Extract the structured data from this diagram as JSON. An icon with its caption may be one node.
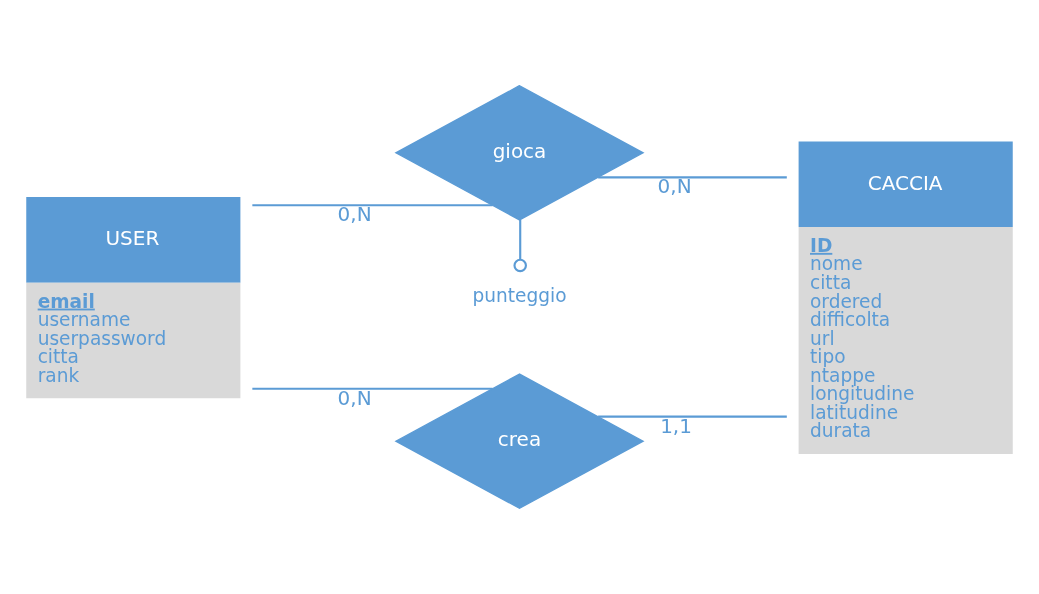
{
  "diagram": {
    "nodes": [
      {
        "text": [
          "USER",
          "email",
          "username",
          "userpassword",
          "citta",
          "rank"
        ]
      },
      {
        "text": [
          "gioca"
        ]
      },
      {
        "text": [
          "punteggio"
        ]
      },
      {
        "text": [
          "crea"
        ]
      },
      {
        "text": [
          "CACCIA",
          "ID",
          "nome",
          "citta",
          "ordered",
          "difficolta",
          "url",
          "tipo",
          "ntappe",
          "longitudine",
          "latitudine",
          "durata"
        ]
      }
    ],
    "edges": [
      {
        "from": 0,
        "to": 1,
        "arrow": "none",
        "label": "0,N"
      },
      {
        "from": 1,
        "to": 4,
        "arrow": "none",
        "label": "0,N"
      },
      {
        "from": 1,
        "to": 2,
        "arrow": "other"
      },
      {
        "from": 0,
        "to": 3,
        "arrow": "none",
        "label": "0,N"
      },
      {
        "from": 3,
        "to": 4,
        "arrow": "none",
        "label": "1,1"
      }
    ]
  }
}
